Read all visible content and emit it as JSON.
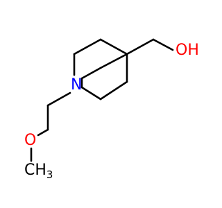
{
  "molecule": {
    "atoms": {
      "hydroxyl": {
        "label": "OH",
        "color": "#ff0000"
      },
      "nitrogen": {
        "label": "N",
        "color": "#0000ff"
      },
      "ether_oxygen": {
        "label": "O",
        "color": "#ff0000"
      },
      "methyl": {
        "label": "CH",
        "subscript": "3",
        "color": "#000000"
      }
    },
    "bond_color": "#000000"
  }
}
